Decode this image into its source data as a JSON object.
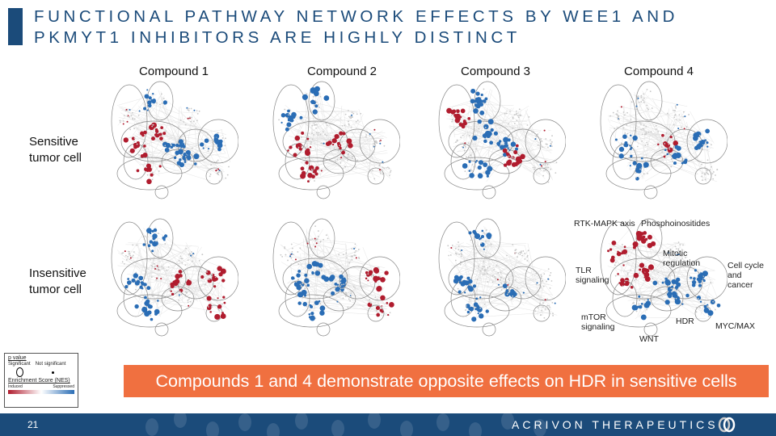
{
  "title": {
    "line1": "FUNCTIONAL PATHWAY NETWORK EFFECTS BY WEE1 AND",
    "line2": "PKMYT1 INHIBITORS ARE HIGHLY DISTINCT"
  },
  "columns": [
    "Compound 1",
    "Compound 2",
    "Compound 3",
    "Compound 4"
  ],
  "rows": [
    {
      "line1": "Sensitive",
      "line2": "tumor cell"
    },
    {
      "line1": "Insensitive",
      "line2": "tumor cell"
    }
  ],
  "pathway_labels": {
    "rtk": "RTK-MAPK axis",
    "pi": "Phosphoinositides",
    "mitotic1": "Mitotic",
    "mitotic2": "regulation",
    "cc1": "Cell cycle",
    "cc2": "and",
    "cc3": "cancer",
    "tlr1": "TLR",
    "tlr2": "signaling",
    "mtor1": "mTOR",
    "mtor2": "signaling",
    "hdr": "HDR",
    "myc": "MYC/MAX",
    "wnt": "WNT"
  },
  "legend": {
    "pvalue": "p value",
    "sig": "Significant",
    "nonsig": "Not significant",
    "nes": "Enrichment Score (NES)",
    "induced": "Induced",
    "suppressed": "Suppressed"
  },
  "banner": "Compounds 1 and 4 demonstrate opposite effects on HDR in sensitive cells",
  "footer": {
    "page": "21",
    "brand": "ACRIVON THERAPEUTICS"
  },
  "colors": {
    "induced": "#b01c2e",
    "suppressed": "#2a6db5",
    "neutral": "#c8c8c8",
    "navy": "#1b4b7a",
    "banner": "#f07040"
  }
}
